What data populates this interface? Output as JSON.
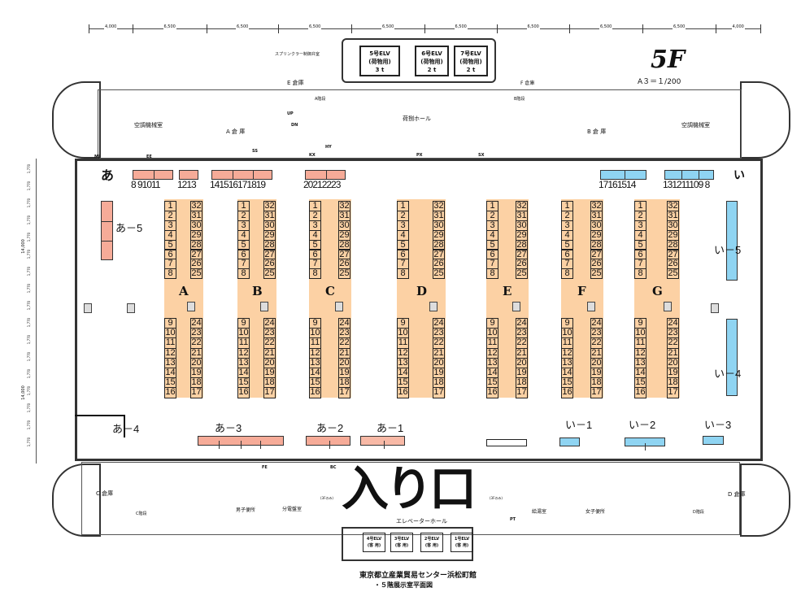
{
  "floor_label": "5F",
  "scale": "A３＝１/200",
  "dimensions": {
    "top": [
      "4,000",
      "6,500",
      "6,500",
      "6,500",
      "6,500",
      "6,500",
      "6,500",
      "6,500",
      "6,500",
      "4,000"
    ],
    "side_span": "14,000",
    "side_bay": "1,770"
  },
  "rooms": {
    "sprinkler": "スプリンクラー制御弁室",
    "e_storage": "E 倉庫",
    "f_storage": "F 倉庫",
    "a_stairs": "A階段",
    "b_stairs": "B階段",
    "loading_hall": "荷捌ホール",
    "hvac_left": "空調機械室",
    "hvac_right": "空調機械室",
    "a_storage": "A 倉 庫",
    "b_storage": "B 倉 庫",
    "c_storage": "C 倉庫",
    "d_storage": "D 倉庫",
    "c_stairs": "C階段",
    "d_stairs": "D階段",
    "mens_toilet": "男子便所",
    "panel_room": "分電盤室",
    "elevator_hall": "エレベーターホール",
    "kitchenette": "給湯室",
    "womens_toilet": "女子便所",
    "only_3f_left": "(3Fのみ)",
    "only_3f_right": "(3Fのみ)"
  },
  "freight_elevators": [
    {
      "name": "5号ELV",
      "use": "(荷物用)",
      "cap": "3 t"
    },
    {
      "name": "6号ELV",
      "use": "(荷物用)",
      "cap": "2 t"
    },
    {
      "name": "7号ELV",
      "use": "(荷物用)",
      "cap": "2 t"
    }
  ],
  "passenger_elevators": [
    {
      "name": "4号ELV",
      "use": "(客 用)"
    },
    {
      "name": "3号ELV",
      "use": "(客 用)"
    },
    {
      "name": "2号ELV",
      "use": "(客 用)"
    },
    {
      "name": "1号ELV",
      "use": "(客 用)"
    }
  ],
  "codes": {
    "ee": "EE",
    "ss": "SS",
    "kx": "KX",
    "fe": "FE",
    "hy": "HY",
    "mj": "MJ",
    "bc": "BC",
    "px": "PX",
    "sx": "SX",
    "up": "UP",
    "dn": "DN",
    "pt": "PT"
  },
  "zones": {
    "a": "あ",
    "i": "い"
  },
  "red_top_groups": [
    {
      "cells": 2,
      "numbers": "8  91011"
    },
    {
      "cells": 1,
      "numbers": "1213"
    },
    {
      "cells": 3,
      "numbers": "141516171819"
    },
    {
      "cells": 2,
      "numbers": "20212223"
    }
  ],
  "blue_top_groups": [
    {
      "cells": 2,
      "numbers": "17161514"
    },
    {
      "cells": 3,
      "numbers": "131211109  8"
    }
  ],
  "side_booths": {
    "a5": "あ－5",
    "a4": "あ－4",
    "a3": "あ－3",
    "a2": "あ－2",
    "a1": "あ－1",
    "i5": "い－5",
    "i4": "い－4",
    "i3": "い－3",
    "i2": "い－2",
    "i1": "い－1"
  },
  "exhibit_columns": [
    "A",
    "B",
    "C",
    "D",
    "E",
    "F",
    "G"
  ],
  "booth_numbers": {
    "left_top": [
      "1",
      "2",
      "3",
      "4",
      "5",
      "6",
      "7",
      "8"
    ],
    "right_top": [
      "32",
      "31",
      "30",
      "29",
      "28",
      "27",
      "26",
      "25"
    ],
    "left_bottom": [
      "9",
      "10",
      "11",
      "12",
      "13",
      "14",
      "15",
      "16"
    ],
    "right_bottom": [
      "24",
      "23",
      "22",
      "21",
      "20",
      "19",
      "18",
      "17"
    ]
  },
  "entrance": "入り口",
  "footer": {
    "line1": "東京都立産業貿易センター浜松町館",
    "line2": "・５階展示室平面図"
  },
  "colors": {
    "orange": "#fcd1a4",
    "red": "#f6ab98",
    "blue": "#8fd4f2"
  }
}
